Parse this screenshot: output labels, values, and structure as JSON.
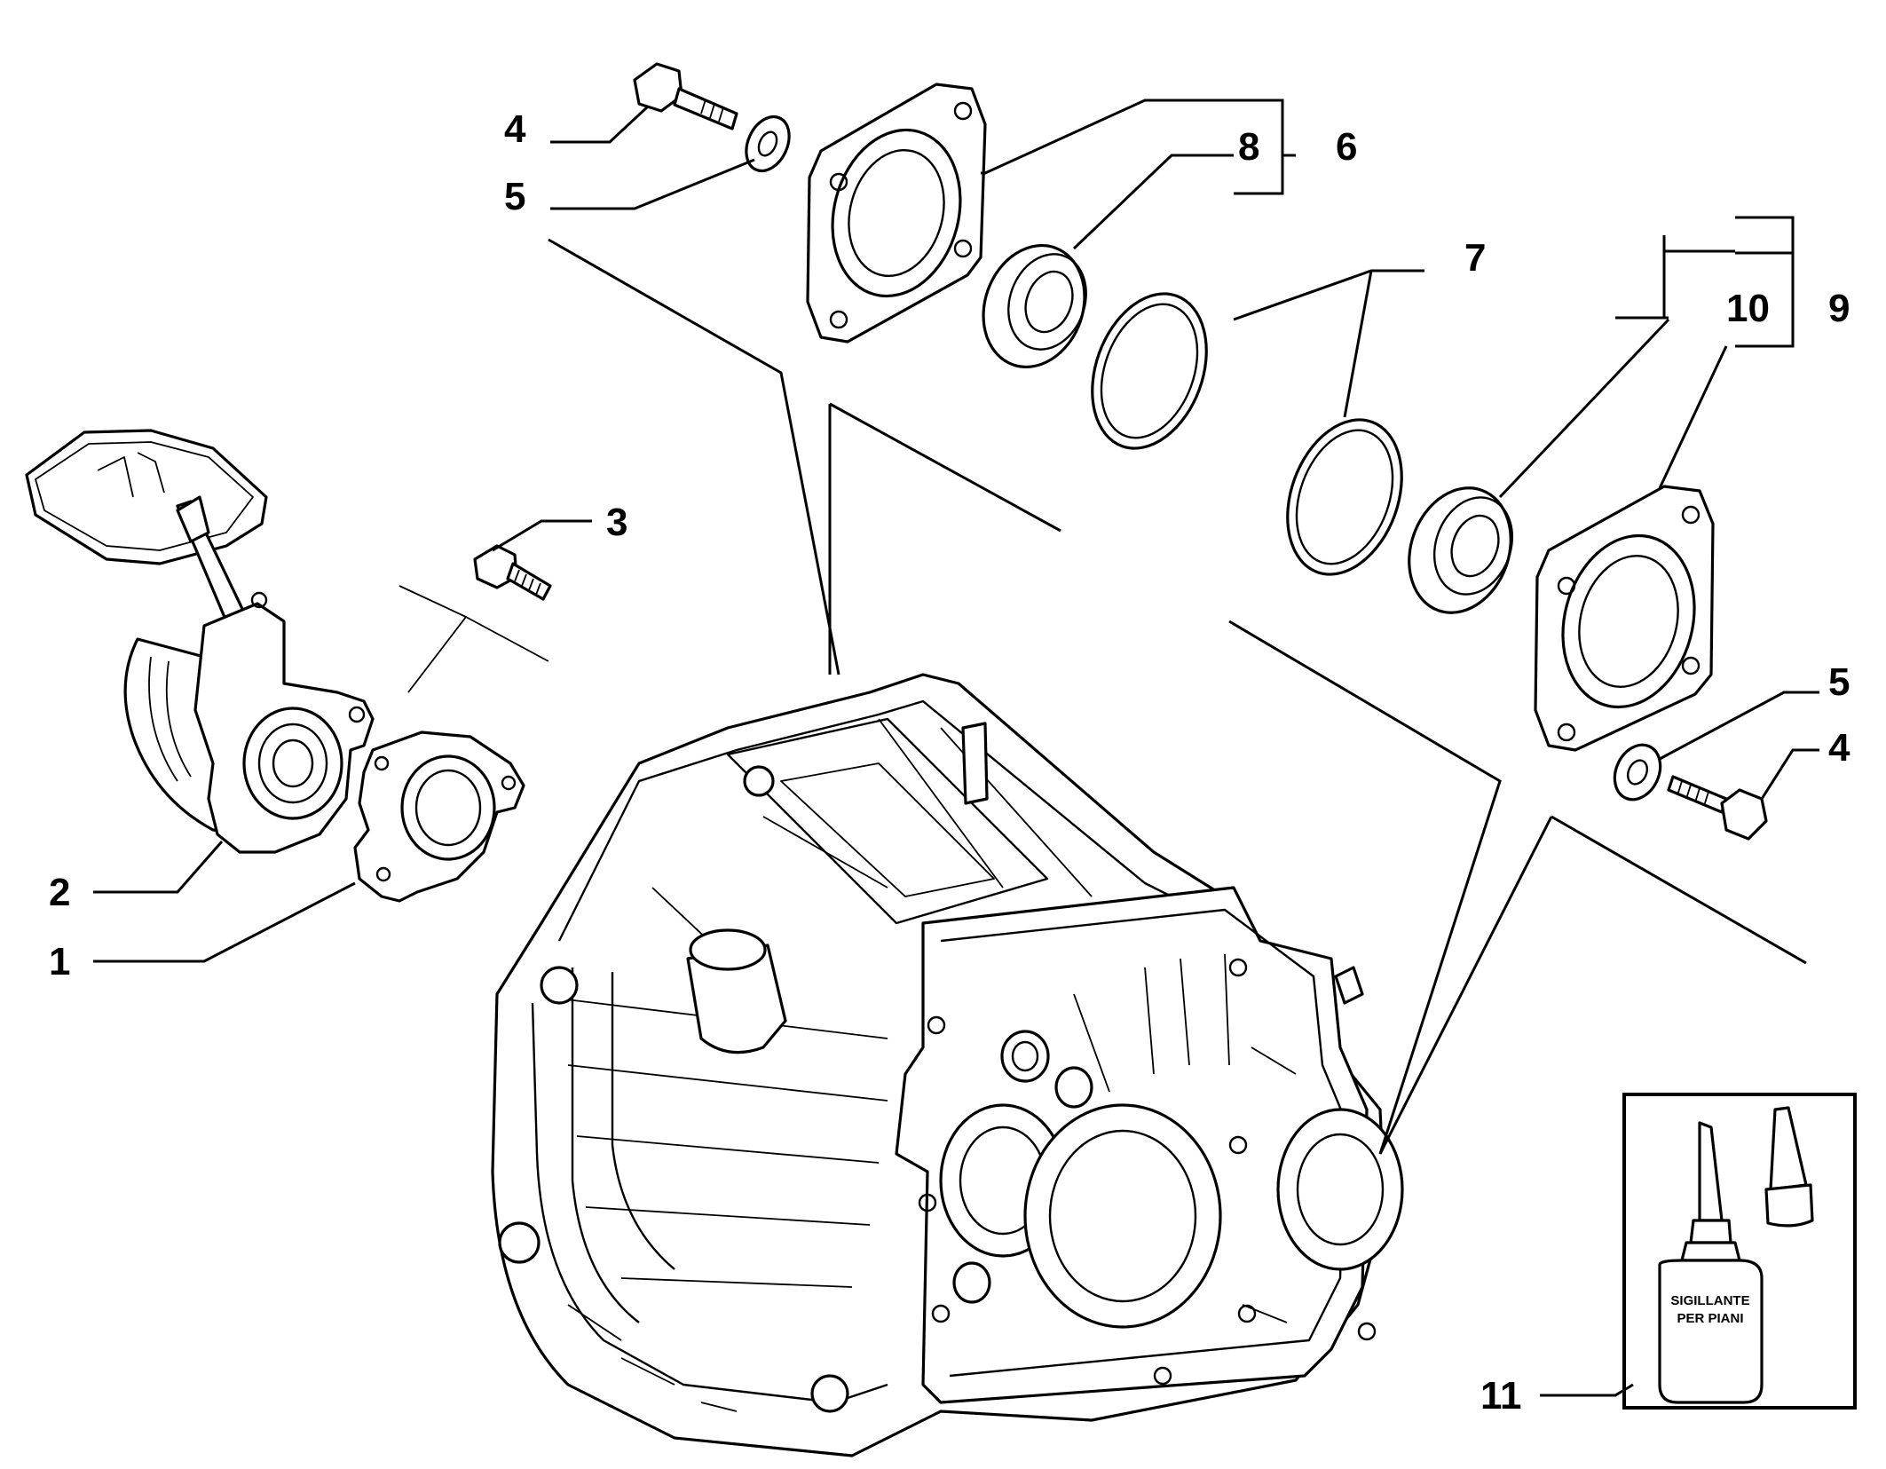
{
  "callouts": {
    "p1": "1",
    "p2": "2",
    "p3": "3",
    "p4a": "4",
    "p5a": "5",
    "p6": "6",
    "p7": "7",
    "p8": "8",
    "p9": "9",
    "p10": "10",
    "p5b": "5",
    "p4b": "4",
    "p11": "11"
  },
  "sealant_label": {
    "line1": "SIGILLANTE",
    "line2": "PER PIANI"
  },
  "colors": {
    "line": "#000000",
    "background": "#ffffff"
  }
}
